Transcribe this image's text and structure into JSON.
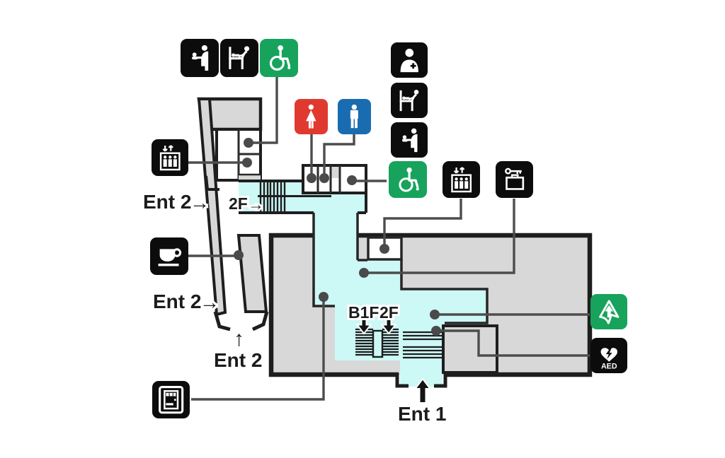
{
  "map": {
    "labels": {
      "ent1": "Ent 1",
      "ent2": "Ent 2",
      "stairs_2f": "2F",
      "b1f": "B1F",
      "f2": "2F",
      "aed": "AED"
    },
    "glyphs": {
      "arrow_right": "→",
      "arrow_up": "↑"
    },
    "colors": {
      "wall": "#1e1e1e",
      "room_gray": "#d8d8d8",
      "corridor_cyan": "#ccf8f6",
      "tile_black": "#0c0c0c",
      "accessible_green": "#17a35c",
      "women_red": "#e03a30",
      "men_blue": "#1a6cb0",
      "connector_gray": "#4d4d4d"
    },
    "icons": [
      {
        "name": "nursing-room-icon",
        "style": "black"
      },
      {
        "name": "baby-changing-icon",
        "style": "black"
      },
      {
        "name": "accessible-toilet-icon",
        "style": "green"
      },
      {
        "name": "elevator-icon",
        "style": "black"
      },
      {
        "name": "womens-toilet-icon",
        "style": "red"
      },
      {
        "name": "mens-toilet-icon",
        "style": "blue"
      },
      {
        "name": "first-aid-room-icon",
        "style": "black"
      },
      {
        "name": "baby-changing-icon-2",
        "style": "black"
      },
      {
        "name": "nursing-room-icon-2",
        "style": "black"
      },
      {
        "name": "accessible-toilet-icon-2",
        "style": "green"
      },
      {
        "name": "elevator-icon-2",
        "style": "black"
      },
      {
        "name": "coin-locker-icon",
        "style": "black"
      },
      {
        "name": "cafe-icon",
        "style": "black"
      },
      {
        "name": "accessible-route-icon",
        "style": "green"
      },
      {
        "name": "aed-icon",
        "style": "black"
      },
      {
        "name": "vending-machine-icon",
        "style": "black"
      }
    ]
  }
}
